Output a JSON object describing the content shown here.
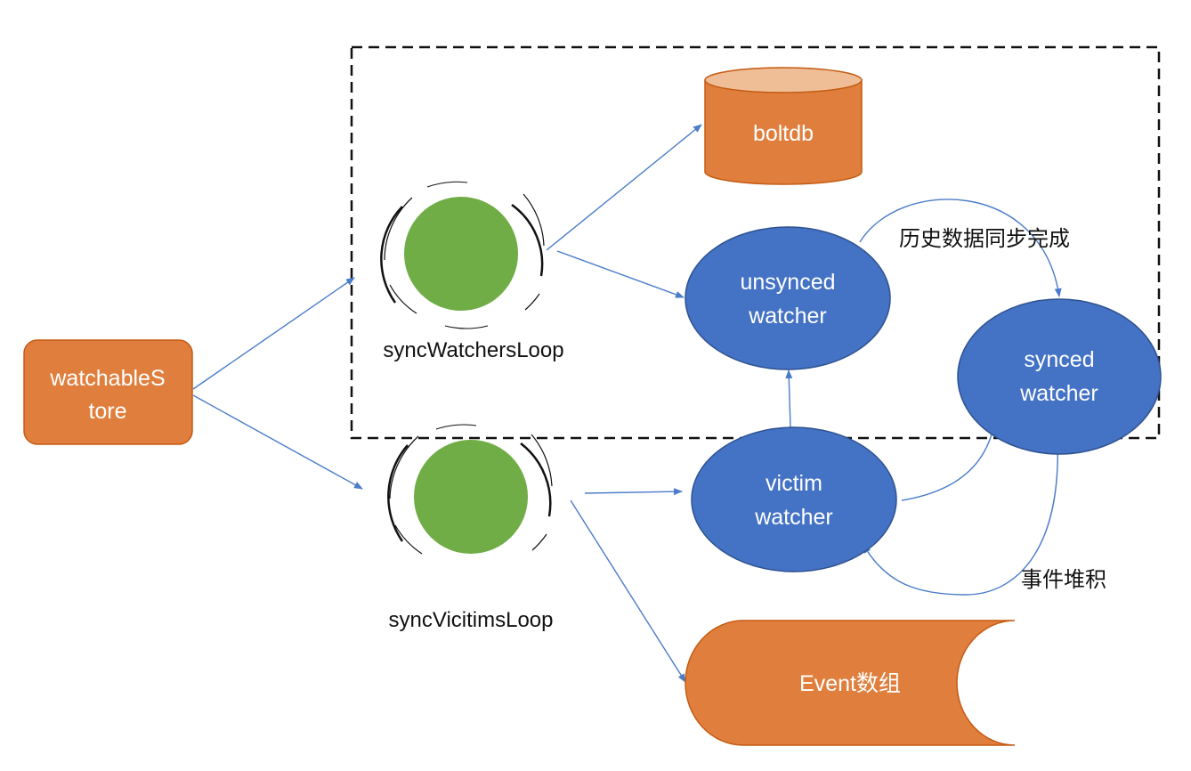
{
  "colors": {
    "orange": "#E07F3D",
    "orange_top": "#EFBE97",
    "blue": "#4472C4",
    "green": "#70AD47",
    "arrow": "#4A7CC9"
  },
  "nodes": {
    "watchable_store": {
      "line1": "watchableS",
      "line2": "tore"
    },
    "boltdb": {
      "label": "boltdb"
    },
    "event_array": {
      "label": "Event数组"
    },
    "unsynced_watcher": {
      "line1": "unsynced",
      "line2": "watcher"
    },
    "synced_watcher": {
      "line1": "synced",
      "line2": "watcher"
    },
    "victim_watcher": {
      "line1": "victim",
      "line2": "watcher"
    },
    "sync_watchers_loop": {
      "label": "syncWatchersLoop"
    },
    "sync_victims_loop": {
      "label": "syncVicitimsLoop"
    }
  },
  "edge_labels": {
    "history_sync_done": "历史数据同步完成",
    "event_backlog": "事件堆积"
  }
}
